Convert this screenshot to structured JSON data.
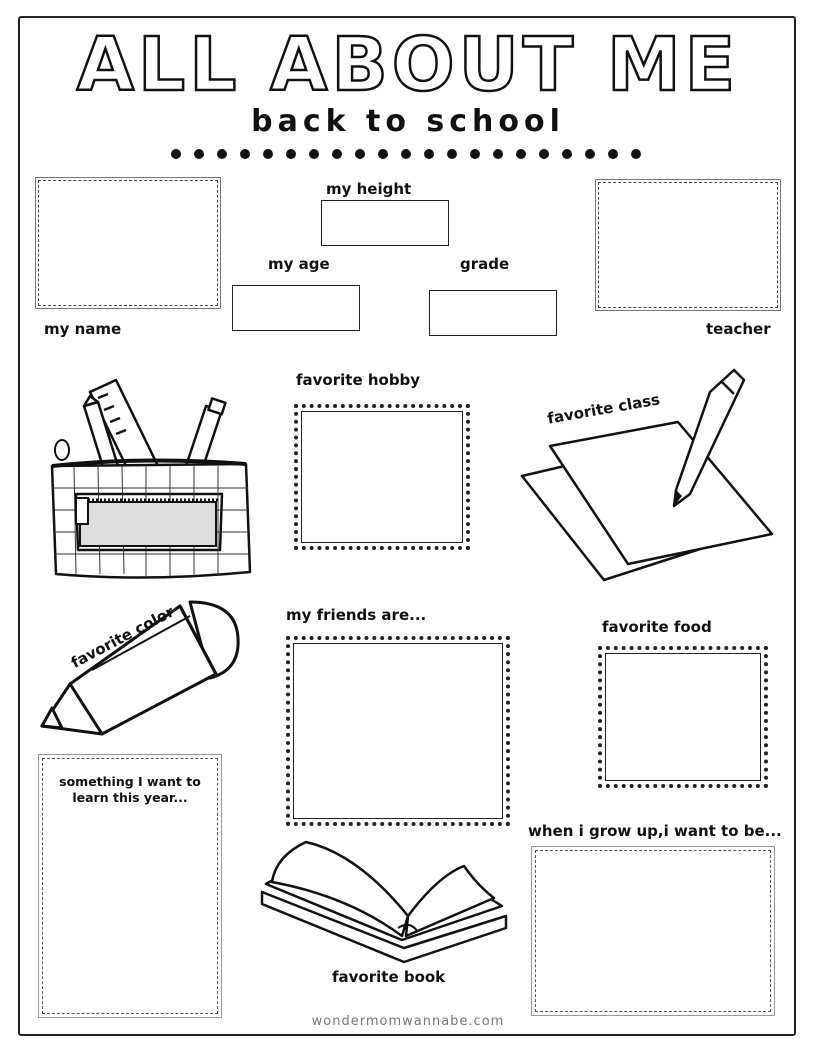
{
  "header": {
    "title": "ALL ABOUT ME",
    "subtitle": "back to school"
  },
  "fields": {
    "my_height": "my height",
    "my_age": "my age",
    "grade": "grade",
    "my_name": "my name",
    "teacher": "teacher",
    "favorite_hobby": "favorite hobby",
    "favorite_class": "favorite class",
    "favorite_color": "favorite color",
    "my_friends": "my friends are...",
    "favorite_food": "favorite food",
    "learn": "something I want to learn this year...",
    "grow_up": "when i grow up,i want to be...",
    "favorite_book": "favorite book"
  },
  "footer": {
    "site": "wondermomwannabe.com"
  },
  "icons": {
    "pencil_case": "pencil-case-icon",
    "paper_pencil": "paper-pencil-icon",
    "crayon": "crayon-icon",
    "book": "open-book-icon"
  }
}
